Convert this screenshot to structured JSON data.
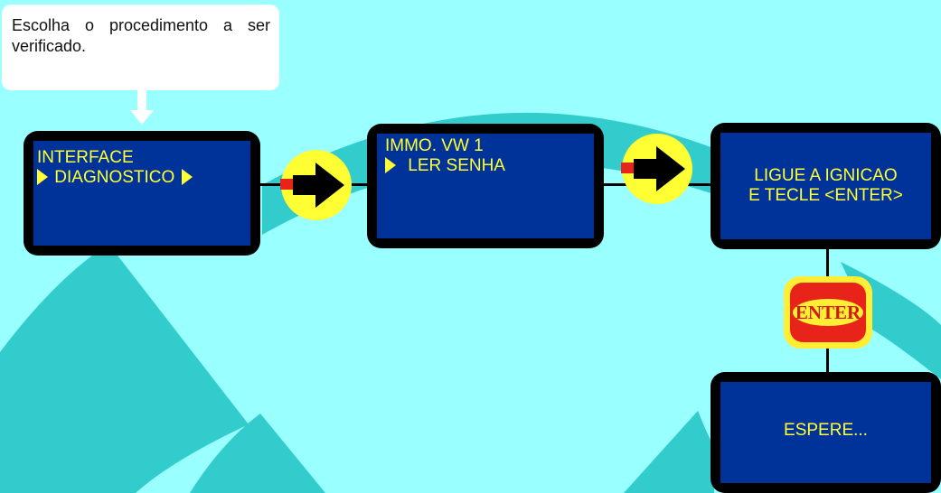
{
  "colors": {
    "background": "#99FFFF",
    "decor": "#33CCCC",
    "lcd": "#003399",
    "lcd_text": "#FFFF33",
    "arrow_circle": "#FFFF33",
    "enter_red": "#E8231A"
  },
  "callout": {
    "text": "Escolha o procedimento a ser verificado."
  },
  "screens": {
    "interface": {
      "line1": "INTERFACE",
      "line2": "DIAGNOSTICO"
    },
    "immo": {
      "line1": "IMMO. VW 1",
      "line2": "LER SENHA"
    },
    "ignicao": {
      "line1": "LIGUE A IGNICAO",
      "line2": "E TECLE <ENTER>"
    },
    "espere": {
      "line1": "ESPERE..."
    }
  },
  "enter_key": {
    "label": "ENTER"
  },
  "icons": {
    "callout_arrow": "down-arrow-icon",
    "step_arrow": "right-arrow-icon",
    "selector": "triangle-right-icon"
  }
}
